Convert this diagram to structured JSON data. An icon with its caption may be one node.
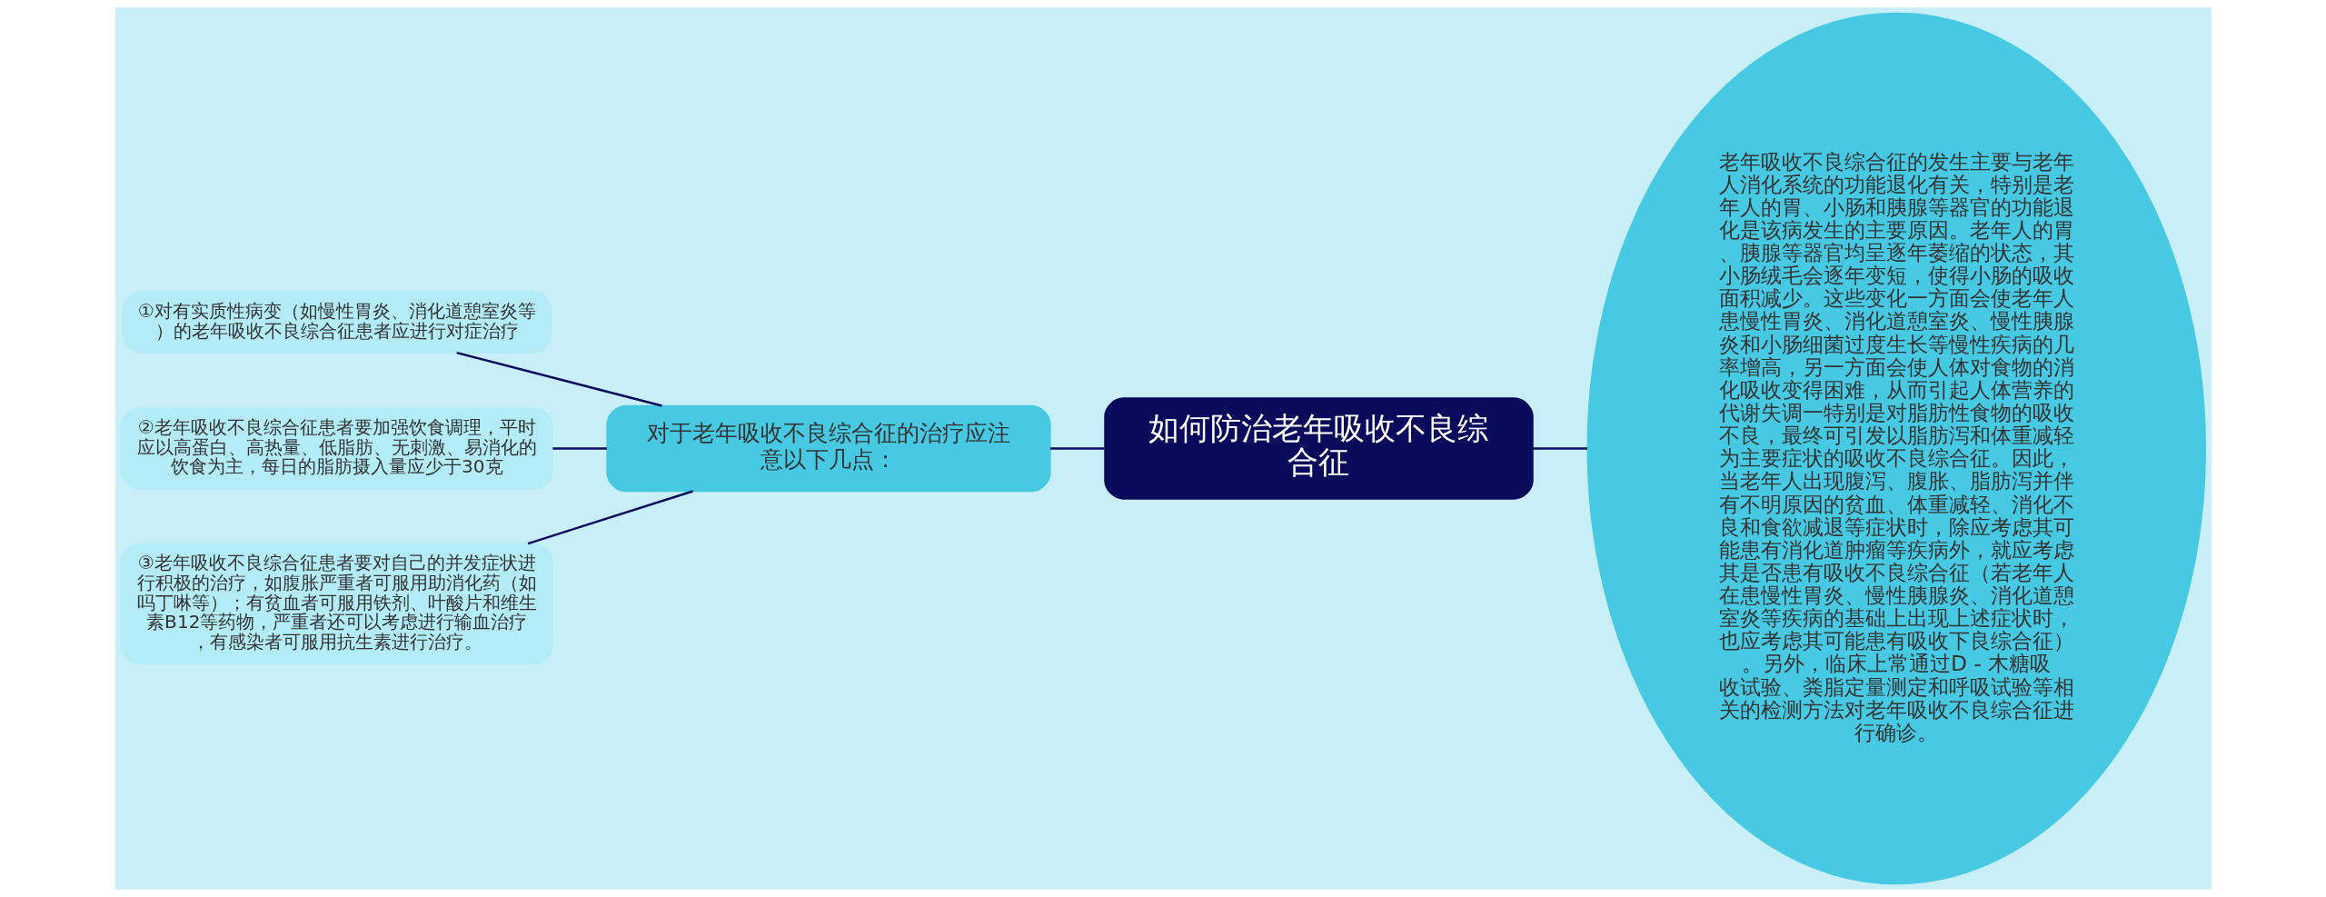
{
  "diagram": {
    "nodes": [
      {
        "text": [
          "如何防治老年吸收不良综合征"
        ]
      },
      {
        "text": [
          "老年吸收不良综合征的发生主要与老年人消化系统的功能退化有关，特别是老年人的胃、小肠和胰腺等器官的功能退化是该病发生的主要原因。老年人的胃、胰腺等器官均呈逐年萎缩的状态，其小肠绒毛会逐年变短，使得小肠的吸收面积减少。这些变化一方面会使老年人患慢性胃炎、消化道憩室炎、慢性胰腺炎和小肠细菌过度生长等慢性疾病的几率增高，另一方面会使人体对食物的消化吸收变得困难，从而引起人体营养的代谢失调一特别是对脂肪性食物的吸收不良，最终可引发以脂肪泻和体重减轻为主要症状的吸收不良综合征。因此，当老年人出现腹泻、腹胀、脂肪泻并伴有不明原因的贫血、体重减轻、消化不良和食欲减退等症状时，除应考虑其可能患有消化道肿瘤等疾病外，就应考虑其是否患有吸收不良综合征（若老年人在患慢性胃炎、慢性胰腺炎、消化道憩室炎等疾病的基础上出现上述症状时，也应考虑其可能患有吸收下良综合征）。另外，临床上常通过D - 木糖吸收试验、粪脂定量测定和呼吸试验等相关的检测方法对老年吸收不良综合征进行确诊。"
        ]
      },
      {
        "text": [
          "对于老年吸收不良综合征的治疗应注意以下几点："
        ]
      },
      {
        "text": [
          "①对有实质性病变（如慢性胃炎、消化道憩室炎等）的老年吸收不良综合征患者应进行对症治疗"
        ]
      },
      {
        "text": [
          "②老年吸收不良综合征患者要加强饮食调理，平时应以高蛋白、高热量、低脂肪、无刺激、易消化的饮食为主，每日的脂肪摄入量应少于30克"
        ]
      },
      {
        "text": [
          "③老年吸收不良综合征患者要对自己的并发症状进行积极的治疗，如腹胀严重者可服用助消化药（如吗丁啉等）；有贫血者可服用铁剂、叶酸片和维生素B12等药物，严重者还可以考虑进行输血治疗，有感染者可服用抗生素进行治疗。"
        ]
      }
    ],
    "edges": [
      {
        "from": 2,
        "to": 0,
        "arrow": "none"
      },
      {
        "from": 0,
        "to": 1,
        "arrow": "none"
      },
      {
        "from": 3,
        "to": 2,
        "arrow": "none"
      },
      {
        "from": 4,
        "to": 2,
        "arrow": "none"
      },
      {
        "from": 5,
        "to": 2,
        "arrow": "none"
      }
    ]
  }
}
